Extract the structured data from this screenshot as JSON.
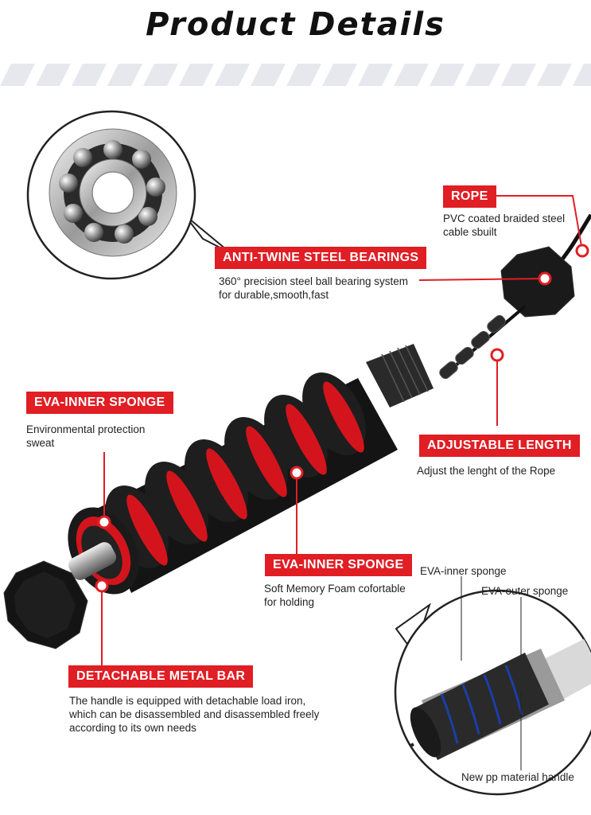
{
  "title": "Product Details",
  "callouts": {
    "rope": {
      "label": "ROPE",
      "desc_lines": [
        "PVC coated braided steel",
        "cable sbuilt"
      ]
    },
    "bearings": {
      "label": "ANTI-TWINE STEEL BEARINGS",
      "desc_lines": [
        "360° precision steel ball bearing system",
        "for durable,smooth,fast"
      ]
    },
    "sponge_inner": {
      "label": "EVA-INNER SPONGE",
      "desc_lines": [
        "Environmental protection",
        "sweat"
      ]
    },
    "length": {
      "label": "ADJUSTABLE LENGTH",
      "desc_lines": [
        "Adjust the lenght of the Rope"
      ]
    },
    "sponge_foam": {
      "label": "EVA-INNER SPONGE",
      "desc_lines": [
        "Soft Memory Foam cofortable",
        "for holding"
      ]
    },
    "metal_bar": {
      "label": "DETACHABLE METAL BAR",
      "desc_lines": [
        "The handle is equipped with detachable load iron,",
        "which can be disassembled and disassembled freely",
        "according to its own needs"
      ]
    }
  },
  "inset": {
    "inner_sponge": "EVA-inner sponge",
    "outer_sponge": "EVA-outer sponge",
    "pp_handle": "New pp material handle"
  },
  "colors": {
    "accent": "#e01e24",
    "dark": "#151515"
  }
}
